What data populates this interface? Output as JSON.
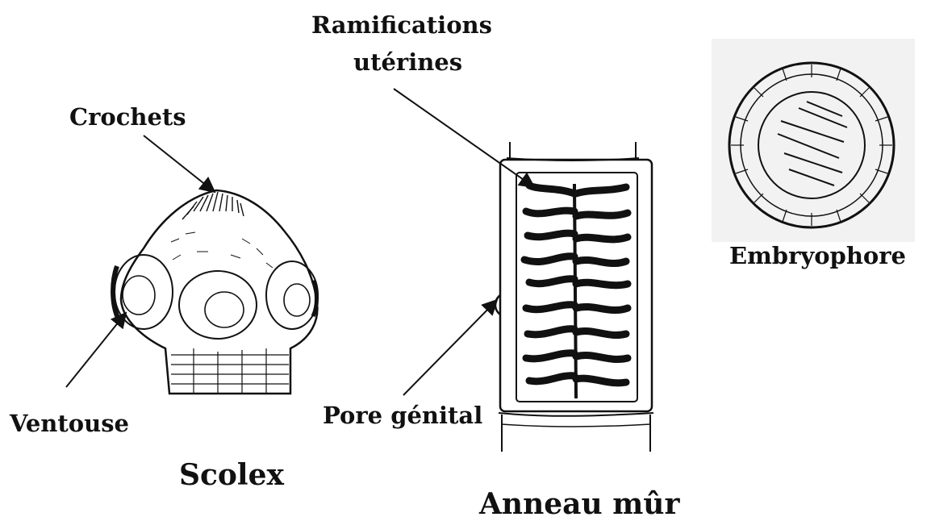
{
  "labels": {
    "ramifications_line1": "Ramifications",
    "ramifications_line2": "utérines",
    "crochets": "Crochets",
    "ventouse": "Ventouse",
    "scolex": "Scolex",
    "pore_genital": "Pore génital",
    "anneau_mur": "Anneau mûr",
    "embryophore": "Embryophore"
  },
  "colors": {
    "ink": "#111111",
    "background": "#ffffff",
    "shade": "#e6e6e6"
  }
}
